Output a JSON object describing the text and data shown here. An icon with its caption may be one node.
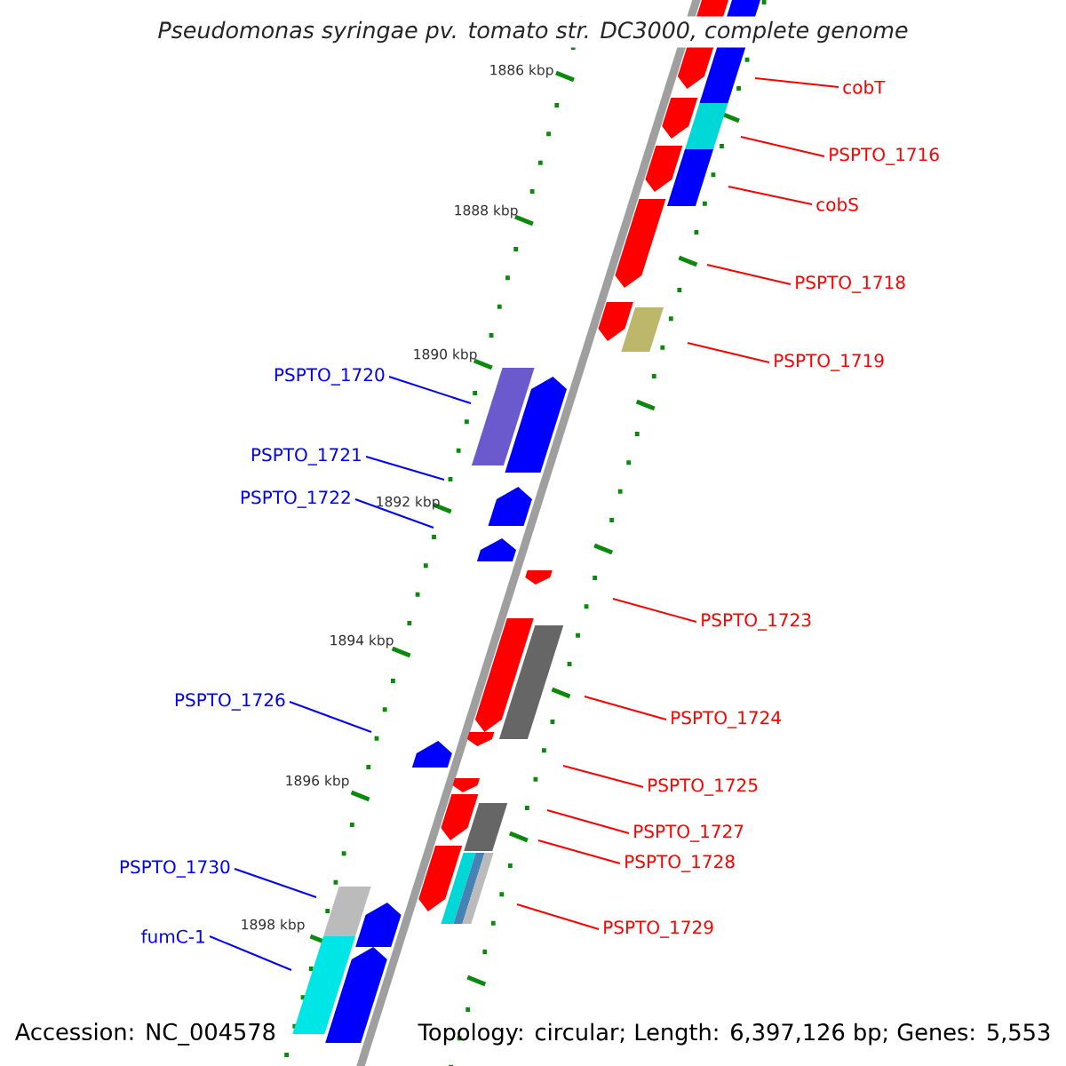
{
  "diagram": {
    "title": "Pseudomonas syringae pv. tomato str. DC3000, complete genome",
    "nodes": [
      {
        "text": [
          "cobT"
        ]
      },
      {
        "text": [
          "PSPTO_1716"
        ]
      },
      {
        "text": [
          "cobS"
        ]
      },
      {
        "text": [
          "PSPTO_1718"
        ]
      },
      {
        "text": [
          "PSPTO_1719"
        ]
      },
      {
        "text": [
          "PSPTO_1720"
        ]
      },
      {
        "text": [
          "PSPTO_1721"
        ]
      },
      {
        "text": [
          "PSPTO_1722"
        ]
      },
      {
        "text": [
          "PSPTO_1723"
        ]
      },
      {
        "text": [
          "PSPTO_1726"
        ]
      },
      {
        "text": [
          "PSPTO_1724"
        ]
      },
      {
        "text": [
          "PSPTO_1725"
        ]
      },
      {
        "text": [
          "PSPTO_1727"
        ]
      },
      {
        "text": [
          "PSPTO_1728"
        ]
      },
      {
        "text": [
          "PSPTO_1730"
        ]
      },
      {
        "text": [
          "PSPTO_1729"
        ]
      },
      {
        "text": [
          "fumC-1"
        ]
      }
    ],
    "edges": [
      {
        "from": 0,
        "to": null,
        "arrow": "none"
      },
      {
        "from": 1,
        "to": null,
        "arrow": "none"
      },
      {
        "from": 2,
        "to": null,
        "arrow": "none"
      },
      {
        "from": 3,
        "to": null,
        "arrow": "none"
      },
      {
        "from": 4,
        "to": null,
        "arrow": "none"
      },
      {
        "from": 5,
        "to": null,
        "arrow": "none",
        "color": "#0000ff"
      },
      {
        "from": 6,
        "to": null,
        "arrow": "none",
        "color": "#0000ff"
      },
      {
        "from": 7,
        "to": null,
        "arrow": "none",
        "color": "#0000ff"
      },
      {
        "from": 8,
        "to": null,
        "arrow": "none"
      },
      {
        "from": 9,
        "to": null,
        "arrow": "none",
        "color": "#0000ff"
      },
      {
        "from": 10,
        "to": null,
        "arrow": "none"
      },
      {
        "from": 11,
        "to": null,
        "arrow": "none"
      },
      {
        "from": 12,
        "to": null,
        "arrow": "none"
      },
      {
        "from": 13,
        "to": null,
        "arrow": "none"
      },
      {
        "from": 14,
        "to": null,
        "arrow": "none",
        "color": "#0000ff"
      },
      {
        "from": 15,
        "to": null,
        "arrow": "none"
      },
      {
        "from": 16,
        "to": null,
        "arrow": "none",
        "color": "#0000ff"
      }
    ],
    "labels": [
      "1886 kbp",
      "1888 kbp",
      "1890 kbp",
      "1892 kbp",
      "1894 kbp",
      "1896 kbp",
      "1898 kbp",
      "Accession: NC_004578",
      "Topology: circular; Length: 6,397,126 bp; Genes: 5,553"
    ]
  }
}
